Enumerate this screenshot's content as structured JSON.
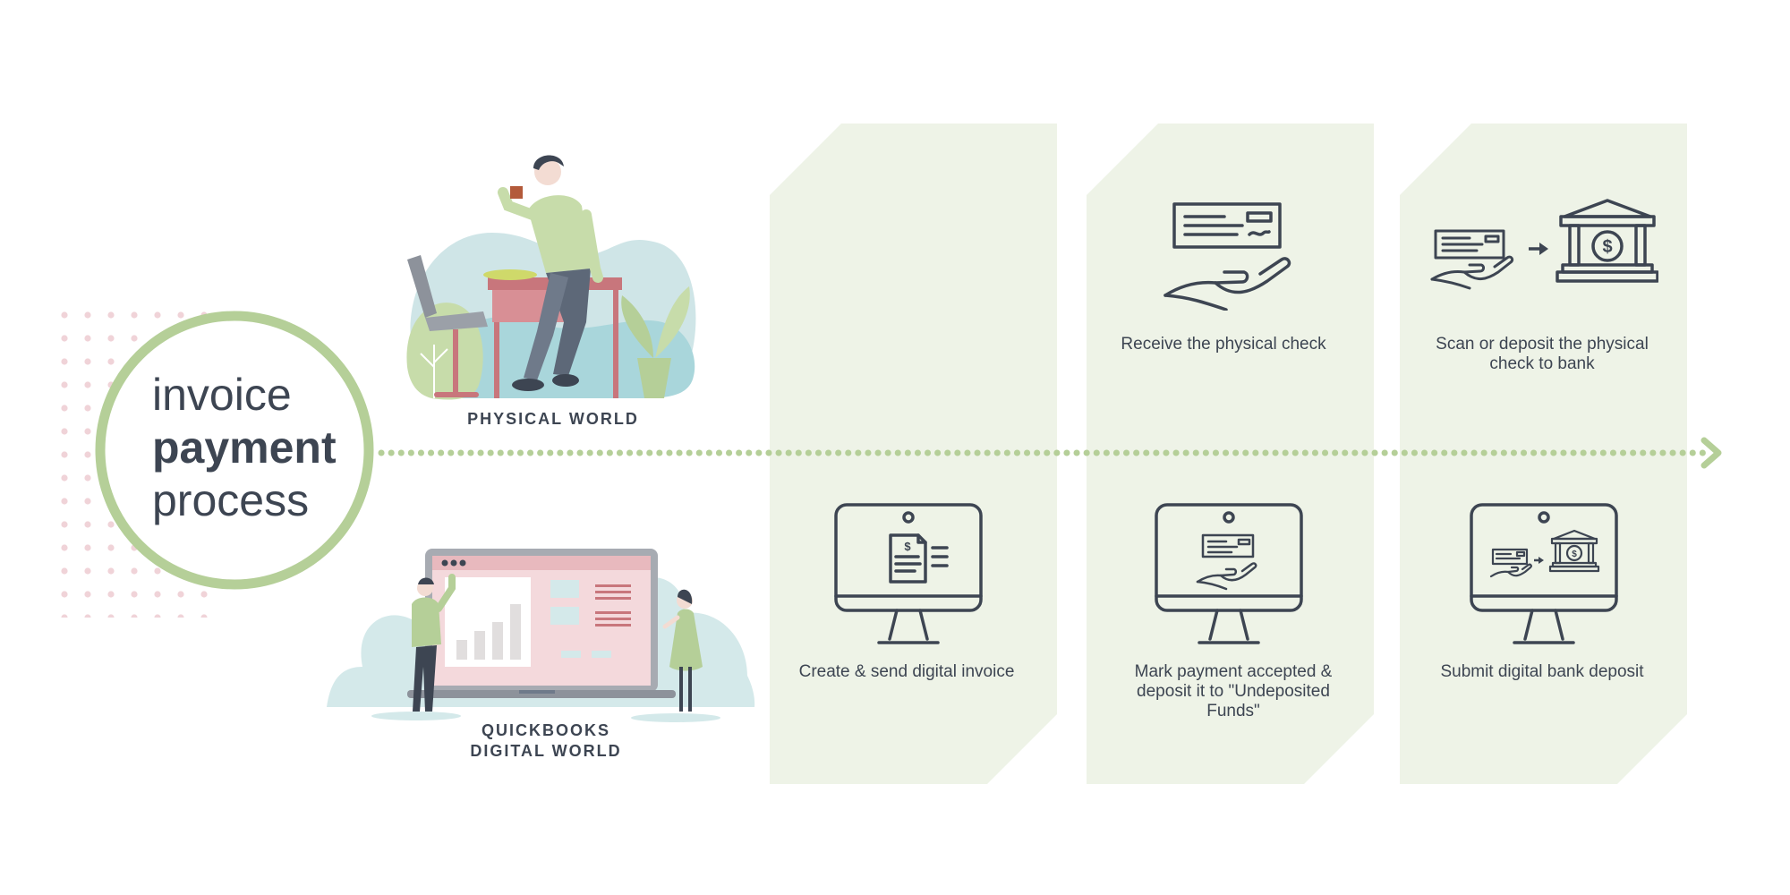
{
  "title": {
    "line1": "invoice",
    "line2": "payment",
    "line3": "process"
  },
  "labels": {
    "physical": "PHYSICAL WORLD",
    "digital_line1": "QUICKBOOKS",
    "digital_line2": "DIGITAL WORLD"
  },
  "steps": {
    "physical": [
      {
        "caption": "Receive the physical check",
        "icon": "hand-holding-check-icon"
      },
      {
        "caption": "Scan or deposit the physical check to bank",
        "icon": "check-to-bank-icon"
      }
    ],
    "digital": [
      {
        "caption": "Create & send digital invoice",
        "icon": "monitor-invoice-icon"
      },
      {
        "caption": "Mark payment accepted & deposit it to \"Undeposited Funds\"",
        "icon": "monitor-hand-check-icon"
      },
      {
        "caption": "Submit digital bank deposit",
        "icon": "monitor-bank-deposit-icon"
      }
    ]
  },
  "colors": {
    "accent_green": "#b5cf98",
    "panel_bg": "#eef3e7",
    "text": "#3d4552",
    "dot_pink": "#f0d3d8",
    "sky_blue": "#d4e9ea"
  }
}
